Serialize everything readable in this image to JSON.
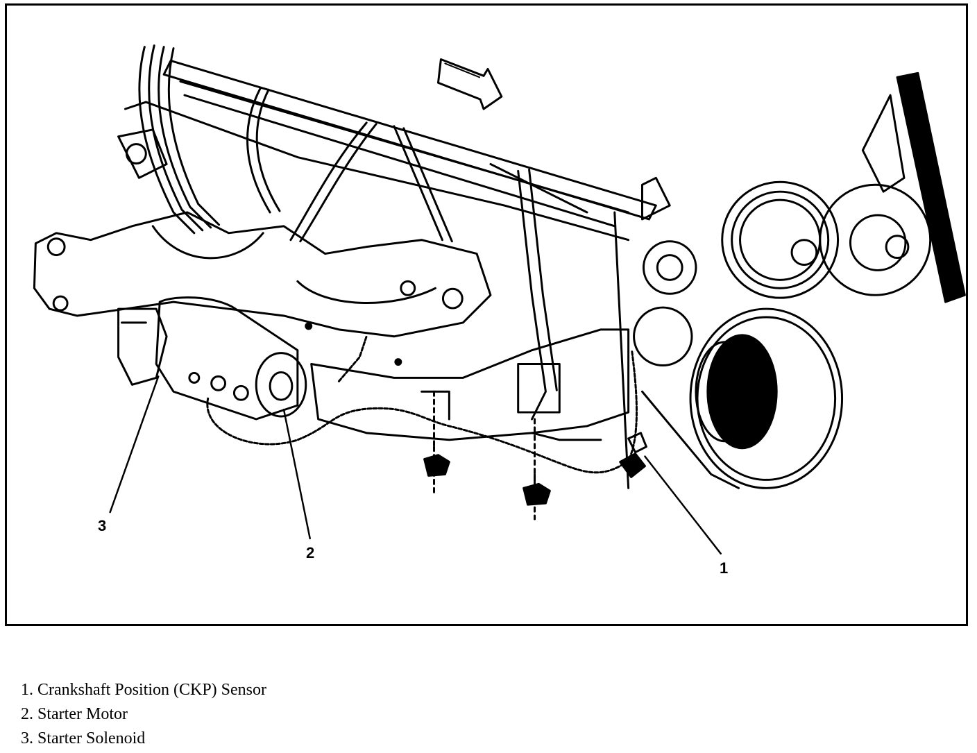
{
  "callouts": [
    {
      "number": "1",
      "target": "crankshaft-position-sensor"
    },
    {
      "number": "2",
      "target": "starter-motor"
    },
    {
      "number": "3",
      "target": "starter-solenoid"
    }
  ],
  "legend": [
    {
      "number": "1.",
      "label": "Crankshaft Position (CKP) Sensor"
    },
    {
      "number": "2.",
      "label": "Starter Motor"
    },
    {
      "number": "3.",
      "label": "Starter Solenoid"
    }
  ]
}
